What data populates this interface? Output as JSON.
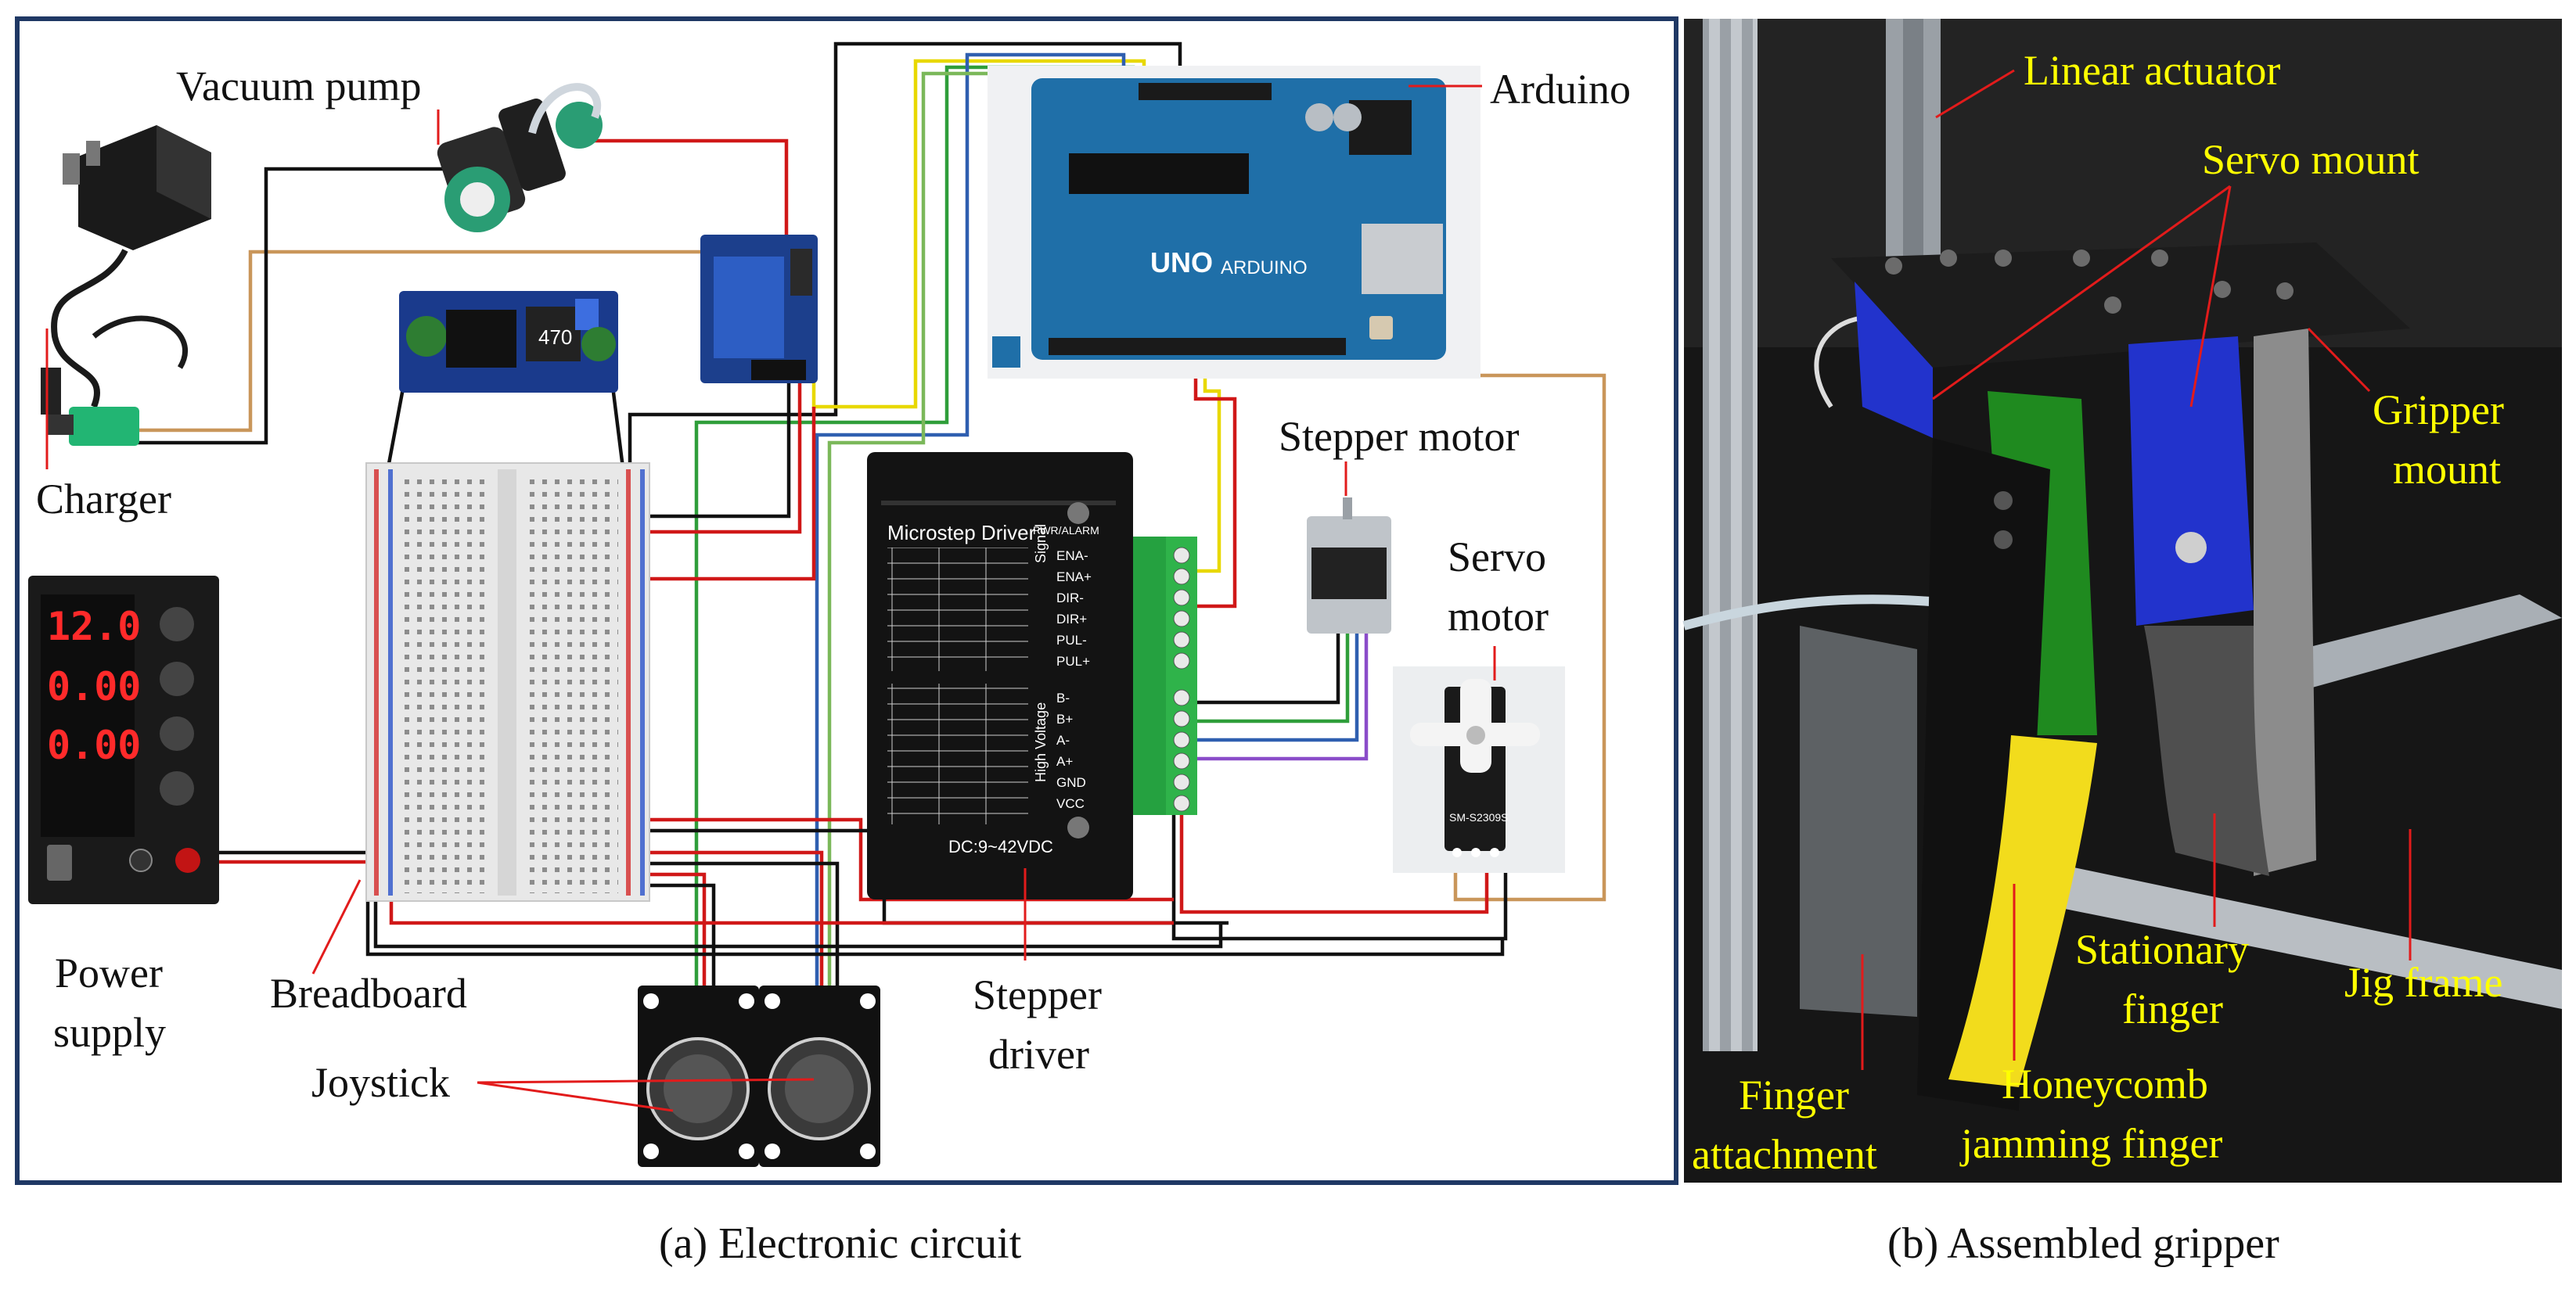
{
  "panel_a": {
    "caption": "(a) Electronic circuit",
    "labels": {
      "vacuum_pump": "Vacuum pump",
      "arduino": "Arduino",
      "charger": "Charger",
      "stepper_motor": "Stepper motor",
      "servo_line1": "Servo",
      "servo_line2": "motor",
      "power_line1": "Power",
      "power_line2": "supply",
      "breadboard": "Breadboard",
      "stepper_driver_line1": "Stepper",
      "stepper_driver_line2": "driver",
      "joystick": "Joystick"
    },
    "component_text": {
      "driver_title": "Microstep Driver",
      "driver_voltage": "DC:9~42VDC",
      "driver_pwr": "PWR/ALARM",
      "driver_pins": [
        "ENA-",
        "ENA+",
        "DIR-",
        "DIR+",
        "PUL-",
        "PUL+",
        "B-",
        "B+",
        "A-",
        "A+",
        "GND",
        "VCC"
      ],
      "driver_group_signal": "Signal",
      "driver_group_hv": "High Voltage",
      "arduino_brand": "ARDUINO",
      "arduino_uno": "UNO",
      "psu_volts": "12.0",
      "psu_amps": "0.00",
      "psu_watts": "0.00",
      "servo_model": "SM-S2309S",
      "inductor": "470"
    }
  },
  "panel_b": {
    "caption": "(b) Assembled gripper",
    "labels": {
      "linear_actuator": "Linear actuator",
      "servo_mount": "Servo mount",
      "gripper_mount_line1": "Gripper",
      "gripper_mount_line2": "mount",
      "stationary_line1": "Stationary",
      "stationary_line2": "finger",
      "jig_frame": "Jig frame",
      "finger_attach_line1": "Finger",
      "finger_attach_line2": "attachment",
      "honeycomb_line1": "Honeycomb",
      "honeycomb_line2": "jamming finger"
    }
  },
  "colors": {
    "frame": "#1f3864",
    "label_yellow": "#ffff00",
    "leader_red": "#e21b1b",
    "arduino_blue": "#1f6fa8",
    "terminal_green": "#2fb34a",
    "gripper_blue": "#2233cc",
    "finger_yellow": "#f2dc1c"
  }
}
